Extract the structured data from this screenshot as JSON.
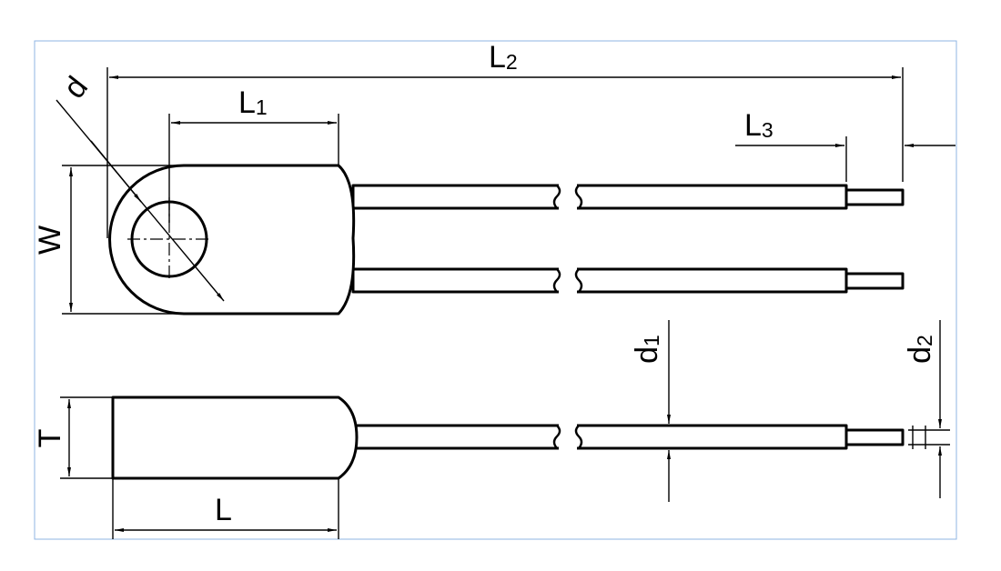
{
  "colors": {
    "line": "#000000",
    "frame": "#8fb4e3",
    "background": "#ffffff"
  },
  "labels": {
    "L2": {
      "main": "L",
      "sub": "2"
    },
    "L1": {
      "main": "L",
      "sub": "1"
    },
    "L3": {
      "main": "L",
      "sub": "3"
    },
    "d": {
      "main": "d"
    },
    "W": {
      "main": "W"
    },
    "T": {
      "main": "T"
    },
    "L": {
      "main": "L"
    },
    "d1": {
      "main": "d",
      "sub": "1"
    },
    "d2": {
      "main": "d",
      "sub": "2"
    }
  }
}
